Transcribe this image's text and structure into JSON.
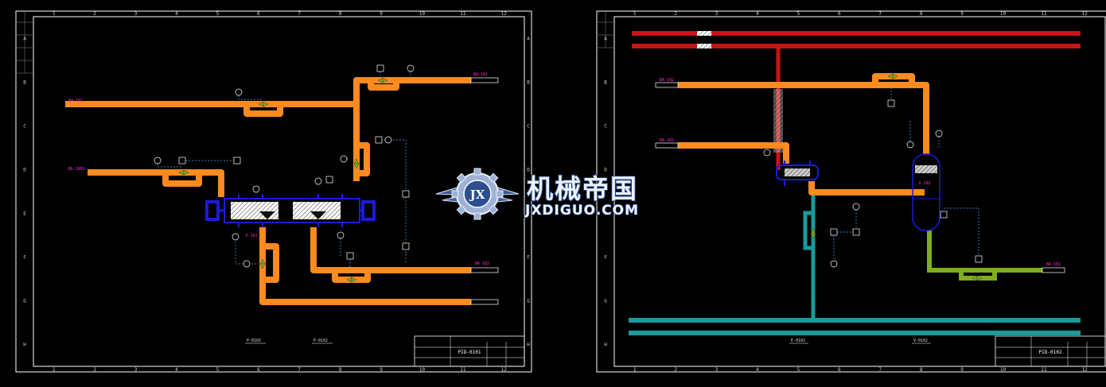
{
  "sheet1": {
    "drawing_no": "PID-0101",
    "col_numbers": [
      "1",
      "2",
      "3",
      "4",
      "5",
      "6",
      "7",
      "8",
      "9",
      "10",
      "11",
      "12"
    ],
    "row_letters": [
      "A",
      "B",
      "C",
      "D",
      "E",
      "F",
      "G",
      "H"
    ],
    "stream_labels": [
      "BA-102",
      "BA-102",
      "BA-1002",
      "P-102",
      "BA-102"
    ],
    "equipment_labels": [
      "P-0102",
      "P-0102"
    ]
  },
  "sheet2": {
    "drawing_no": "PID-0102",
    "col_numbers": [
      "1",
      "2",
      "3",
      "4",
      "5",
      "6",
      "7",
      "8",
      "9",
      "10",
      "11",
      "12"
    ],
    "row_letters": [
      "A",
      "B",
      "C",
      "D",
      "E",
      "F",
      "G",
      "H"
    ],
    "stream_labels": [
      "BA-102",
      "BA-102",
      "V-102",
      "BA-102"
    ],
    "equipment_labels": [
      "E-0102",
      "V-0102"
    ]
  },
  "watermark": {
    "text_cn": "机械帝国",
    "text_en": "JXDIGUO.COM",
    "badge_text": "JX"
  },
  "colors": {
    "orange": "#ff8a1f",
    "red": "#c81414",
    "teal": "#1a9a9a",
    "olive": "#7fae1c",
    "blue": "#1b1bd6",
    "magenta": "#ff2bd6",
    "frame": "#ffffff"
  }
}
